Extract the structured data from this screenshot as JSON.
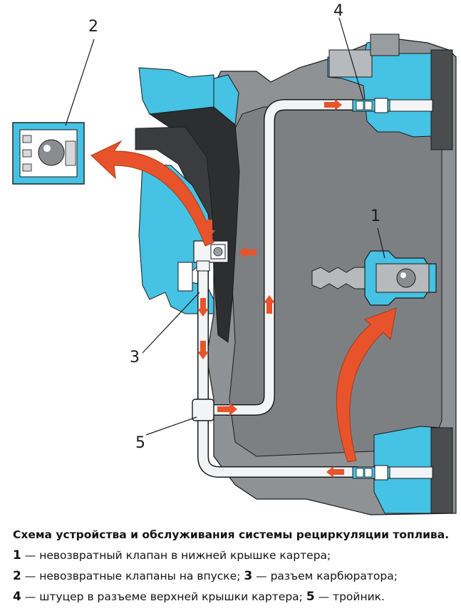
{
  "callouts": {
    "n1": "1",
    "n2": "2",
    "n3": "3",
    "n4": "4",
    "n5": "5"
  },
  "caption": {
    "title": "Схема устройства и обслуживания системы рециркуляции топлива.",
    "items": [
      {
        "num": "1",
        "text": "— невозвратный клапан в нижней крышке картера;"
      },
      {
        "num": "2",
        "text": "— невозвратные клапаны на впуске;"
      },
      {
        "num": "3",
        "text": "— разъем карбюратора;"
      },
      {
        "num": "4",
        "text": "— штуцер в разъеме верхней крышки картера;"
      },
      {
        "num": "5",
        "text": "— тройник."
      }
    ]
  },
  "colors": {
    "body_gray": "#8f9294",
    "body_gray_dark": "#6f7275",
    "part_blue": "#45c2e4",
    "dark_part": "#2c2e30",
    "tube_white": "#f2f4f5",
    "arrow_orange": "#e8532b",
    "outline": "#1a1a1a"
  }
}
